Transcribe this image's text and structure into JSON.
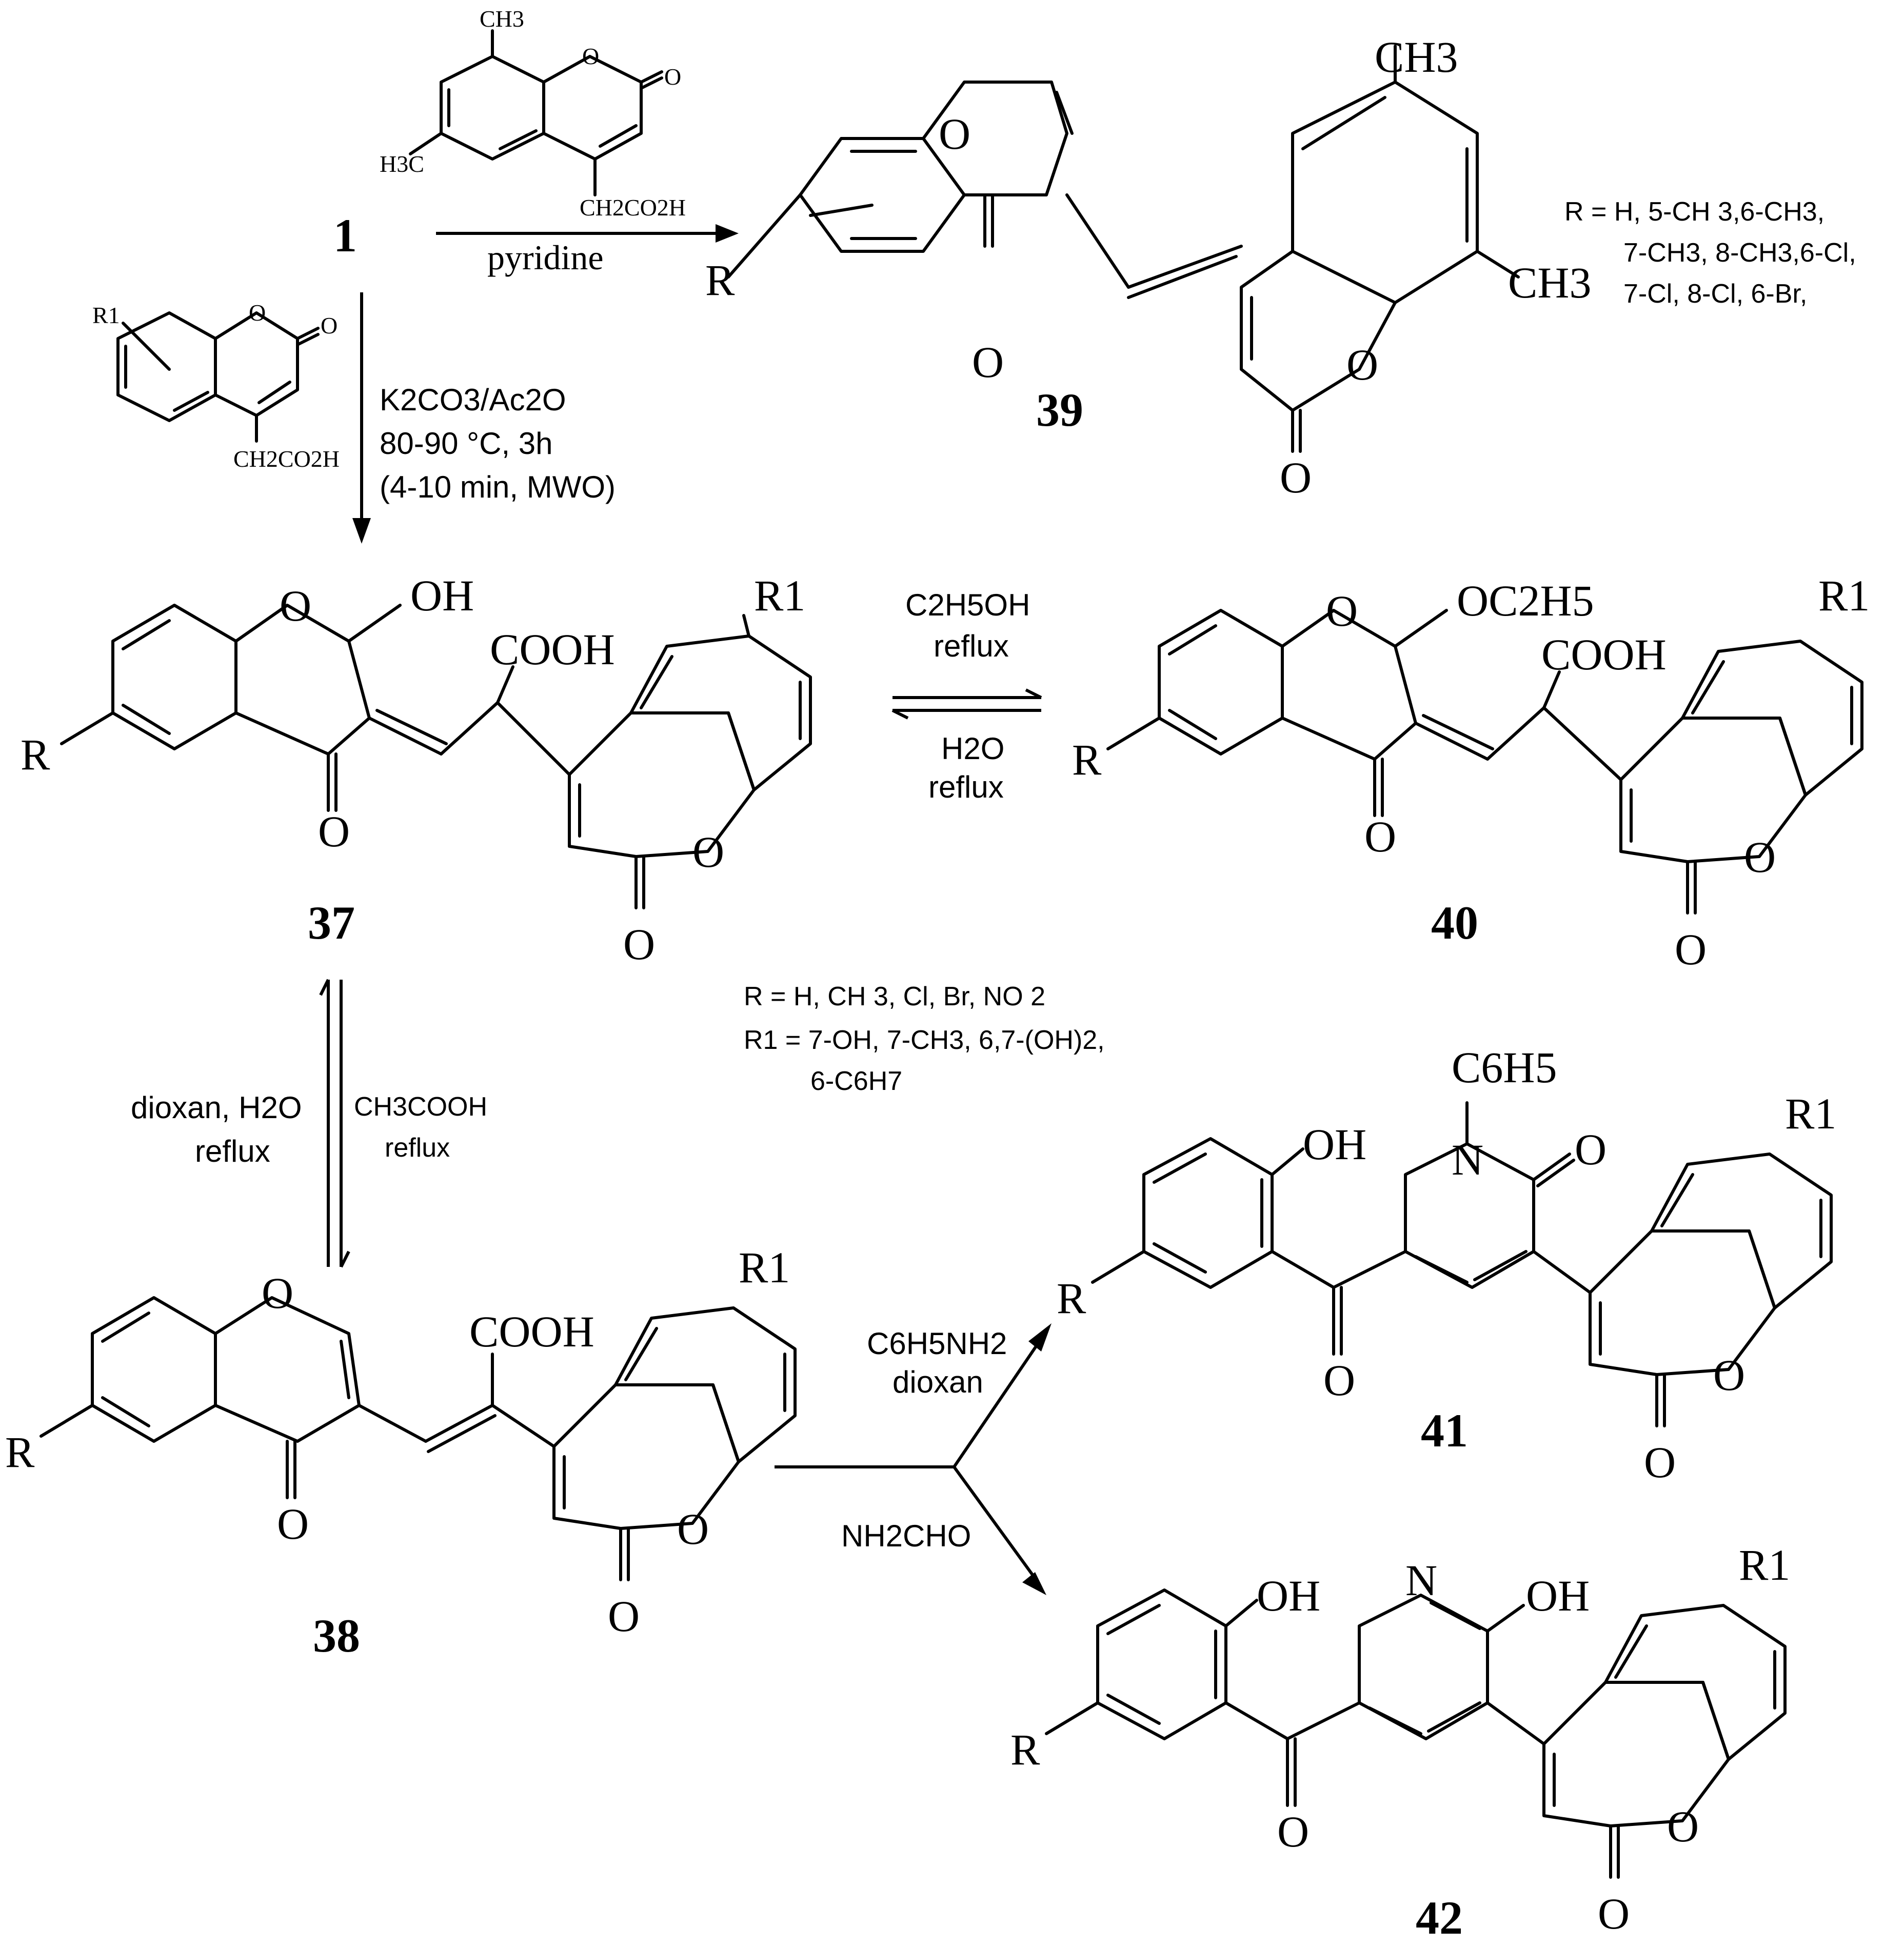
{
  "compounds": {
    "c1": {
      "number": "1"
    },
    "c37": {
      "number": "37"
    },
    "c38": {
      "number": "38"
    },
    "c39": {
      "number": "39"
    },
    "c40": {
      "number": "40"
    },
    "c41": {
      "number": "41"
    },
    "c42": {
      "number": "42"
    }
  },
  "reagents": {
    "to39": {
      "solvent": "pyridine",
      "reagent_substituent": "CH2CO2H",
      "methyl": "CH3",
      "methyl_left": "H3C"
    },
    "to37": {
      "line1": "K2CO3/Ac2O",
      "line2": "80-90 °C, 3h",
      "line3": "(4-10 min, MWO)",
      "reagent_substituent": "CH2CO2H",
      "r1": "R1"
    },
    "eq37_40": {
      "forward_line1": "C2H5OH",
      "forward_line2": "reflux",
      "back_line1": "H2O",
      "back_line2": "reflux"
    },
    "eq37_38": {
      "down_line1": "dioxan, H2O",
      "down_line2": "reflux",
      "up_line1": "CH3COOH",
      "up_line2": "reflux"
    },
    "to41": {
      "line1": "C6H5NH2",
      "line2": "dioxan"
    },
    "to42": {
      "line1": "NH2CHO"
    }
  },
  "substituents": {
    "r39": [
      "R = H, 5-CH 3,6-CH3,",
      "7-CH3, 8-CH3,6-Cl,",
      "7-Cl, 8-Cl, 6-Br,"
    ],
    "r_general": "R = H, CH 3, Cl, Br, NO 2",
    "r1_general_line1": "R1  = 7-OH, 7-CH3, 6,7-(OH)2,",
    "r1_general_line2": "6-C6H7"
  },
  "atoms": {
    "O": "O",
    "OH": "OH",
    "N": "N",
    "R": "R",
    "R1": "R1",
    "COOH": "COOH",
    "OC2H5": "OC2H5",
    "C6H5": "C6H5",
    "CH3": "CH3"
  }
}
